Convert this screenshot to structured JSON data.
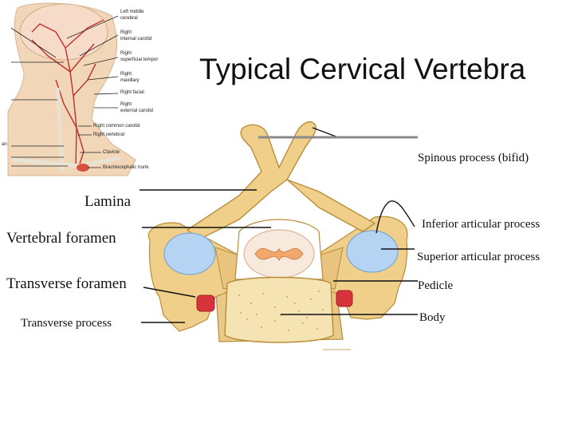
{
  "slide": {
    "title": "Typical Cervical Vertebra"
  },
  "labels": {
    "spinous": "Spinous process (bifid)",
    "lamina": "Lamina",
    "inferior_articular": "Inferior articular process",
    "vertebral_foramen": "Vertebral foramen",
    "superior_articular": "Superior articular process",
    "transverse_foramen": "Transverse foramen",
    "pedicle": "Pedicle",
    "body": "Body",
    "transverse_process": "Transverse process"
  },
  "inset": {
    "labels": [
      "Left middle",
      "cerebral",
      "Right",
      "internal carotid",
      "Right",
      "superficial tempor",
      "Right",
      "maxillary",
      "Right facial",
      "Right",
      "external carotid",
      "Right common carotid",
      "Right vertebral",
      "an",
      "Clavicle",
      "Brachiocephalic trunk"
    ]
  },
  "colors": {
    "bone": "#efcf8a",
    "bone_edge": "#b88d3a",
    "cartilage": "#b5d3f2",
    "foramen_vessel": "#d6333c",
    "skin": "#f2d6b8",
    "artery": "#c0302a"
  }
}
